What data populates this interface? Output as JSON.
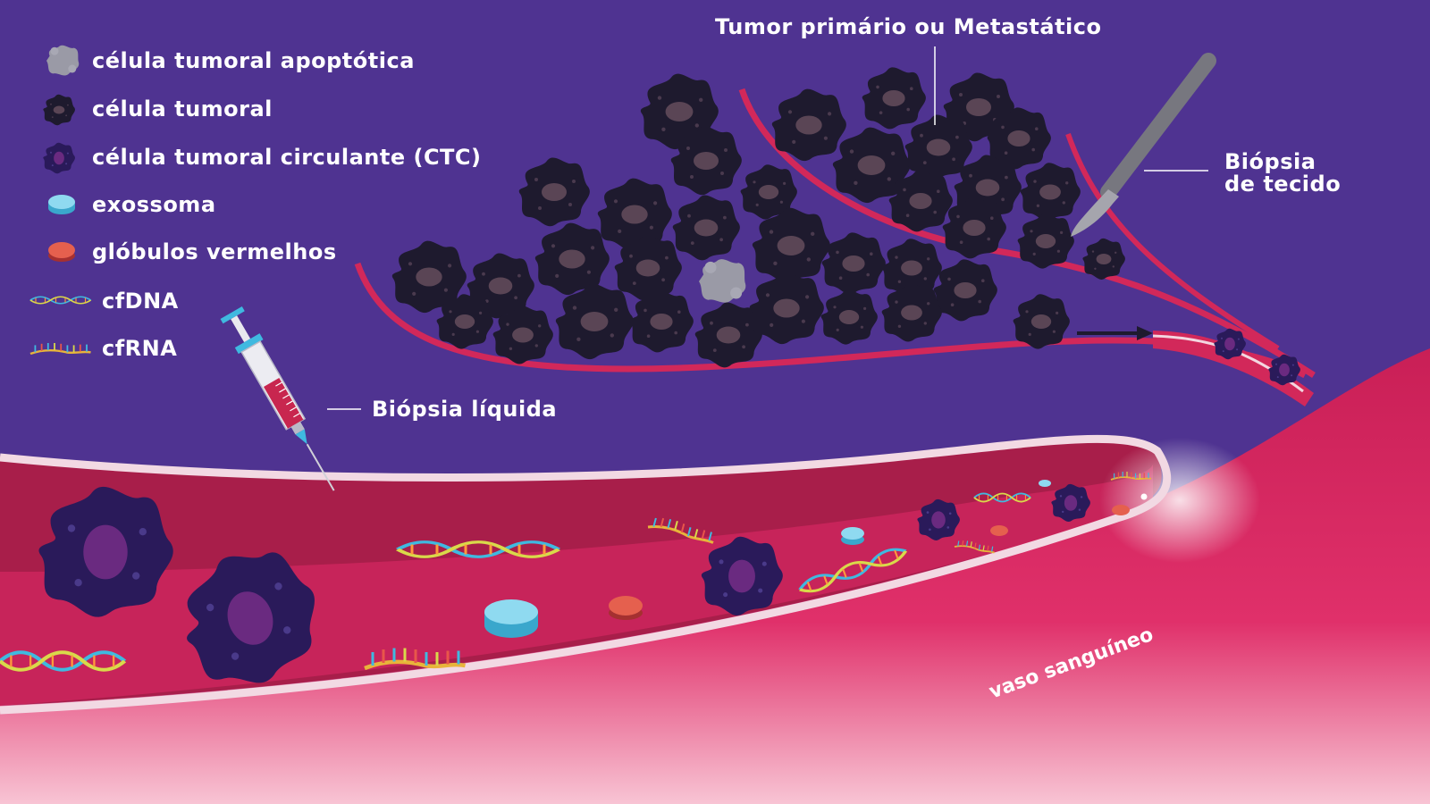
{
  "legend": [
    {
      "key": "apoptotic",
      "label": "célula tumoral apoptótica",
      "icon": "apoptotic-cell-icon"
    },
    {
      "key": "tumor",
      "label": "célula tumoral",
      "icon": "tumor-cell-icon"
    },
    {
      "key": "ctc",
      "label": "célula tumoral circulante (CTC)",
      "icon": "ctc-icon"
    },
    {
      "key": "exosome",
      "label": "exossoma",
      "icon": "exosome-icon"
    },
    {
      "key": "rbc",
      "label": "glóbulos vermelhos",
      "icon": "red-blood-cell-icon"
    },
    {
      "key": "cfdna",
      "label": "cfDNA",
      "icon": "cfdna-icon"
    },
    {
      "key": "cfrna",
      "label": "cfRNA",
      "icon": "cfrna-icon"
    }
  ],
  "labels": {
    "tumor": "Tumor primário ou Metastático",
    "tissue_biopsy_line1": "Biópsia",
    "tissue_biopsy_line2": "de tecido",
    "liquid_biopsy": "Biópsia líquida",
    "vessel": "vaso sanguíneo"
  },
  "colors": {
    "background": "#4f3391",
    "vessel": "#d2285a",
    "vessel_dark": "#a81e4a",
    "tumor_cell": "#1e1a2e",
    "tumor_nucleus": "#5a4555",
    "ctc_cell": "#2a1a5a",
    "ctc_nucleus": "#6a2a80",
    "apoptotic": "#9a9aa6",
    "exosome": "#7fd3ea",
    "red_blood_cell": "#e5604e"
  }
}
